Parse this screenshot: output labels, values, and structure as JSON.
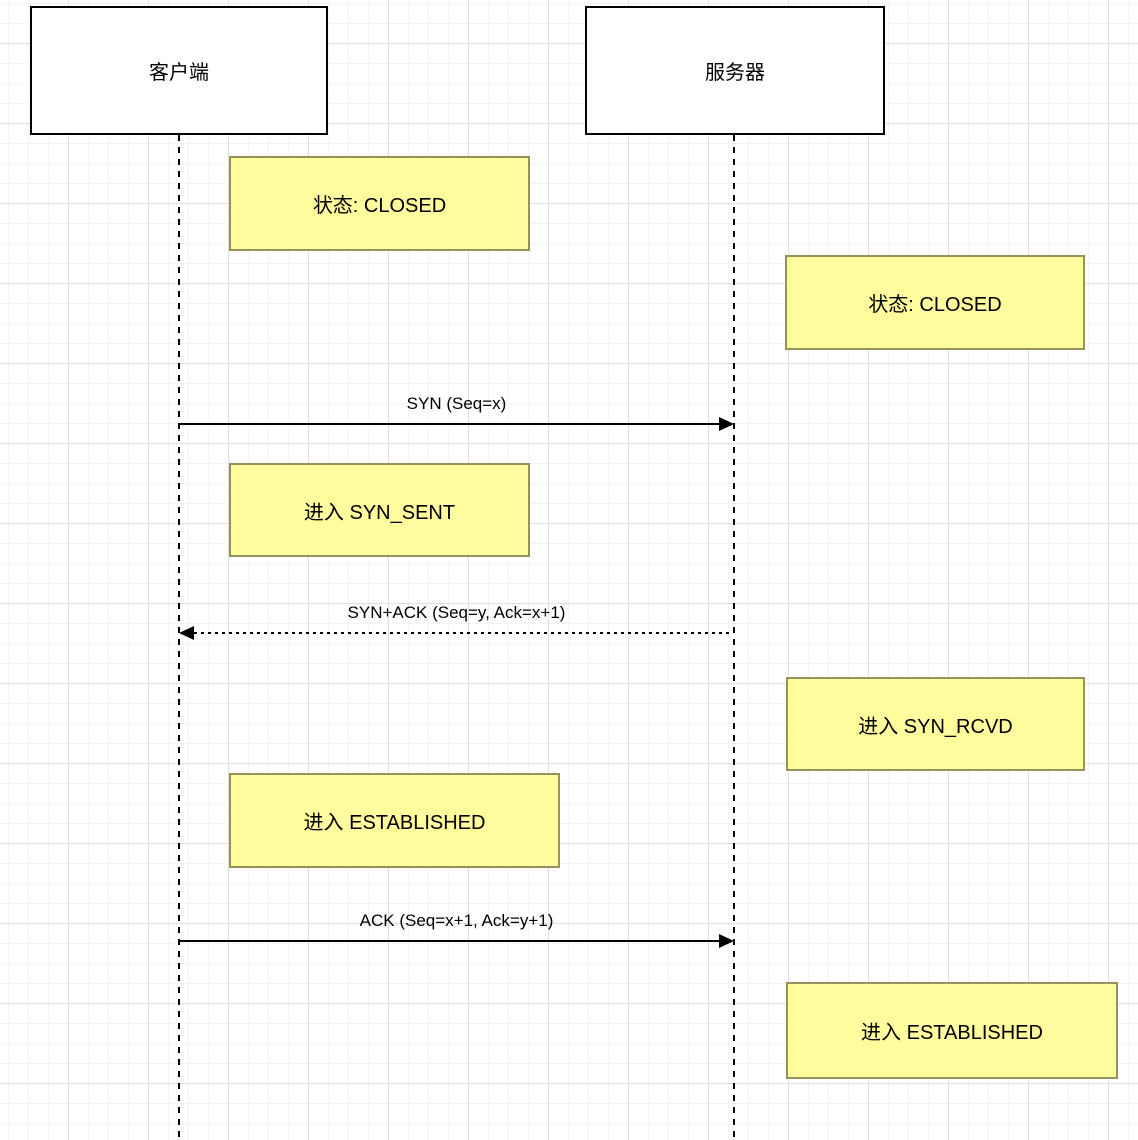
{
  "diagram_title": "TCP three-way handshake sequence diagram",
  "actors": [
    {
      "id": "client",
      "label": "客户端"
    },
    {
      "id": "server",
      "label": "服务器"
    }
  ],
  "notes": [
    {
      "id": "client-closed",
      "actor": "client",
      "label": "状态: CLOSED"
    },
    {
      "id": "server-closed",
      "actor": "server",
      "label": "状态: CLOSED"
    },
    {
      "id": "client-syn-sent",
      "actor": "client",
      "label": "进入 SYN_SENT"
    },
    {
      "id": "server-syn-rcvd",
      "actor": "server",
      "label": "进入 SYN_RCVD"
    },
    {
      "id": "client-established",
      "actor": "client",
      "label": "进入 ESTABLISHED"
    },
    {
      "id": "server-established",
      "actor": "server",
      "label": "进入 ESTABLISHED"
    }
  ],
  "messages": [
    {
      "id": "syn",
      "from": "client",
      "to": "server",
      "line_style": "solid",
      "label": "SYN (Seq=x)"
    },
    {
      "id": "syn-ack",
      "from": "server",
      "to": "client",
      "line_style": "dotted",
      "label": "SYN+ACK (Seq=y, Ack=x+1)"
    },
    {
      "id": "ack",
      "from": "client",
      "to": "server",
      "line_style": "solid",
      "label": "ACK (Seq=x+1, Ack=y+1)"
    }
  ],
  "colors": {
    "line": "#000000",
    "actor_fill": "#ffffff",
    "note_fill": "#fffc9d",
    "note_border": "#96915e",
    "grid_minor": "#f4f4f4",
    "grid_major": "#dfdfdf"
  }
}
